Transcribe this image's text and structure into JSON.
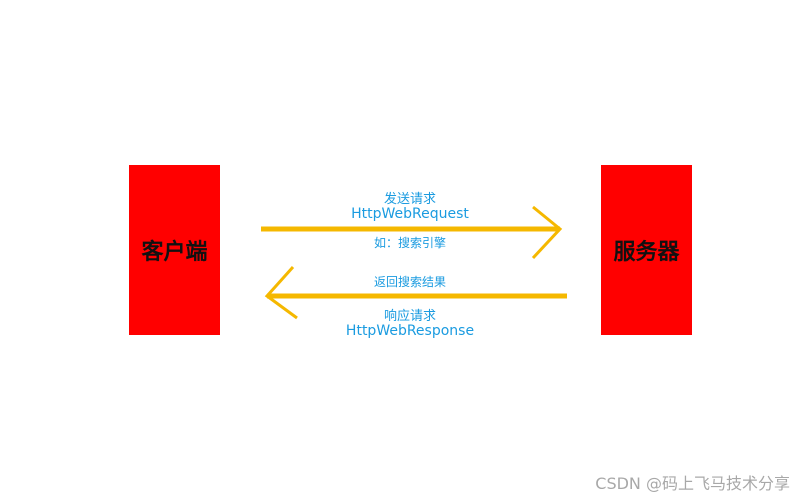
{
  "nodes": {
    "client": "客户端",
    "server": "服务器"
  },
  "request": {
    "label": "发送请求",
    "api": "HttpWebRequest",
    "note": "如：搜索引擎"
  },
  "response": {
    "return_label": "返回搜索结果",
    "label": "响应请求",
    "api": "HttpWebResponse"
  },
  "colors": {
    "node": "#ff0000",
    "arrow": "#f5b800",
    "label": "#1a9be0"
  },
  "watermark": "CSDN @码上飞马技术分享"
}
